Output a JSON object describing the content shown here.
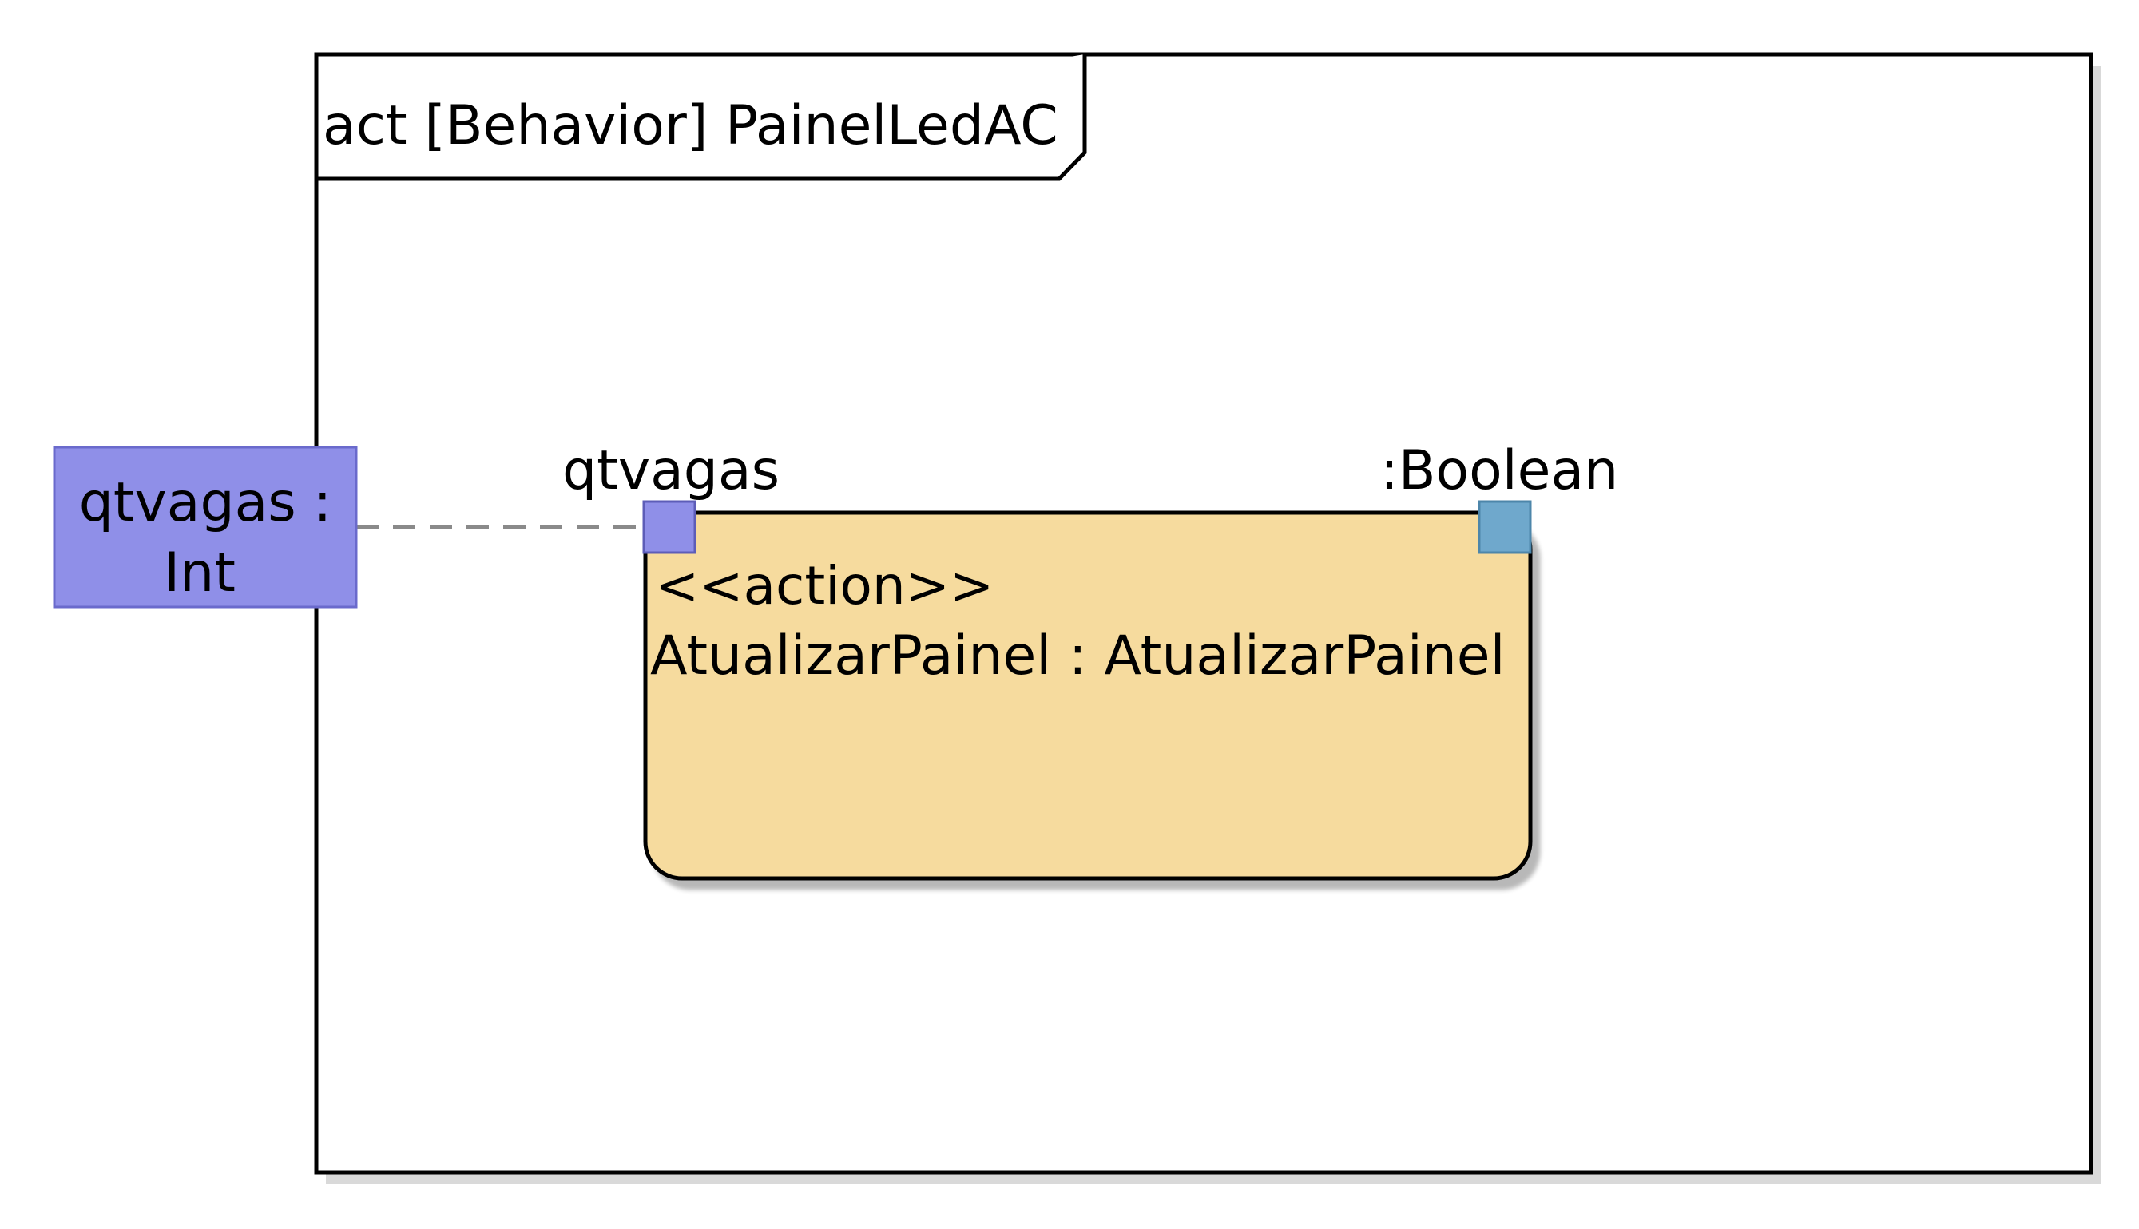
{
  "frame": {
    "title": "act [Behavior] PainelLedAC"
  },
  "activity_parameter": {
    "line1": "qtvagas :",
    "line2": "Int",
    "fill": "#8F8FE8"
  },
  "action": {
    "stereotype": "<<action>>",
    "name": "AtualizarPainel : AtualizarPainel",
    "fill": "#F6DB9E"
  },
  "pins": {
    "input_label": "qtvagas",
    "input_fill": "#8F8FE8",
    "output_label": ":Boolean",
    "output_fill": "#6FA8CC"
  },
  "connector": {
    "style": "dashed",
    "color": "#8A8A8A"
  }
}
